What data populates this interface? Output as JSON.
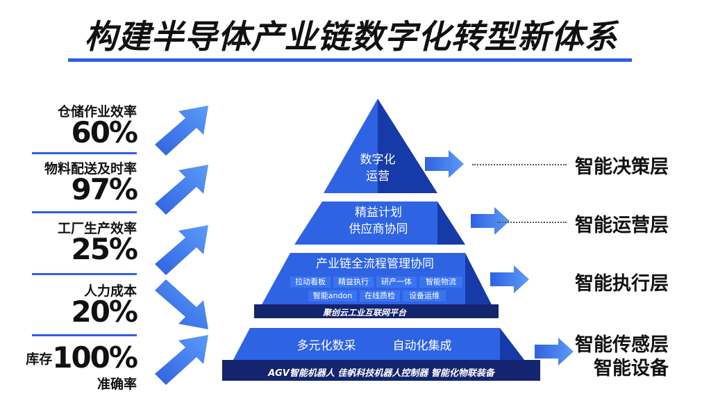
{
  "title": "构建半导体产业链数字化转型新体系",
  "metrics": [
    {
      "label": "仓储作业效率",
      "value": "60%"
    },
    {
      "label": "物料配送及时率",
      "value": "97%"
    },
    {
      "label": "工厂生产效率",
      "value": "25%"
    },
    {
      "label": "人力成本",
      "value": "20%"
    },
    {
      "label_prefix": "库存",
      "value": "100%",
      "label_suffix": "准确率"
    }
  ],
  "pyramid": {
    "tier1": {
      "line1": "数字化",
      "line2": "运营"
    },
    "tier2": {
      "line1": "精益计划",
      "line2": "供应商协同"
    },
    "tier3": {
      "title": "产业链全流程管理协同",
      "pills_row1": [
        "拉动看板",
        "精益执行",
        "研产一体",
        "智能物流"
      ],
      "pills_row2": [
        "智能andon",
        "在线质检",
        "设备运维"
      ],
      "platform": "聚创云工业互联网平台"
    },
    "tier4": {
      "item1": "多元化数采",
      "item2": "自动化集成",
      "bottom": "AGV智能机器人  佳帆科技机器人控制器  智能化物联装备"
    }
  },
  "layers": {
    "decision": "智能决策层",
    "operation": "智能运营层",
    "execution": "智能执行层",
    "sensing_line1": "智能传感层",
    "sensing_line2": "智能设备"
  },
  "colors": {
    "accent": "#2f5fe8",
    "arrow": "#3f7cf2",
    "pyramid_dark": "#1a3fb0",
    "pyramid_mid": "#2f62e0",
    "platform": "#14246e"
  }
}
